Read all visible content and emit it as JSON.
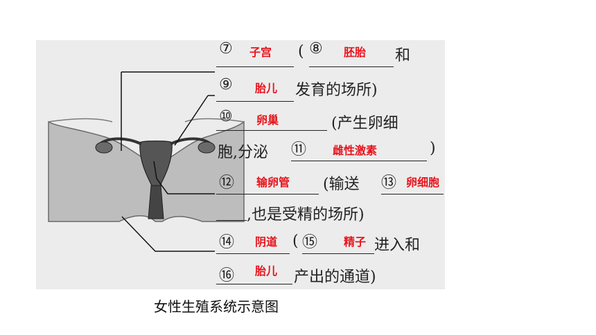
{
  "caption": "女性生殖系统示意图",
  "items": {
    "n7": "⑦",
    "a7": "子宫",
    "p8": "(",
    "n8": "⑧",
    "a8": "胚胎",
    "t8": "和",
    "n9": "⑨",
    "a9": "胎儿",
    "t9": "发育的场所)",
    "n10": "⑩",
    "a10": "卵巢",
    "t10a": "(产生卵细",
    "t10b": "胞,分泌",
    "n11": "⑪",
    "a11": "雌性激素",
    "t11": ")",
    "n12": "⑫",
    "a12": "输卵管",
    "t12": "(输送",
    "n13": "⑬",
    "a13": "卵细胞",
    "t13": ",也是受精的场所)",
    "n14": "⑭",
    "a14": "阴道",
    "p15": "(",
    "n15": "⑮",
    "a15": "精子",
    "t15": "进入和",
    "n16": "⑯",
    "a16": "胎儿",
    "t16": "产出的通道)"
  },
  "colors": {
    "answer": "#e8141d",
    "text": "#222222",
    "panel": "#ececec"
  }
}
